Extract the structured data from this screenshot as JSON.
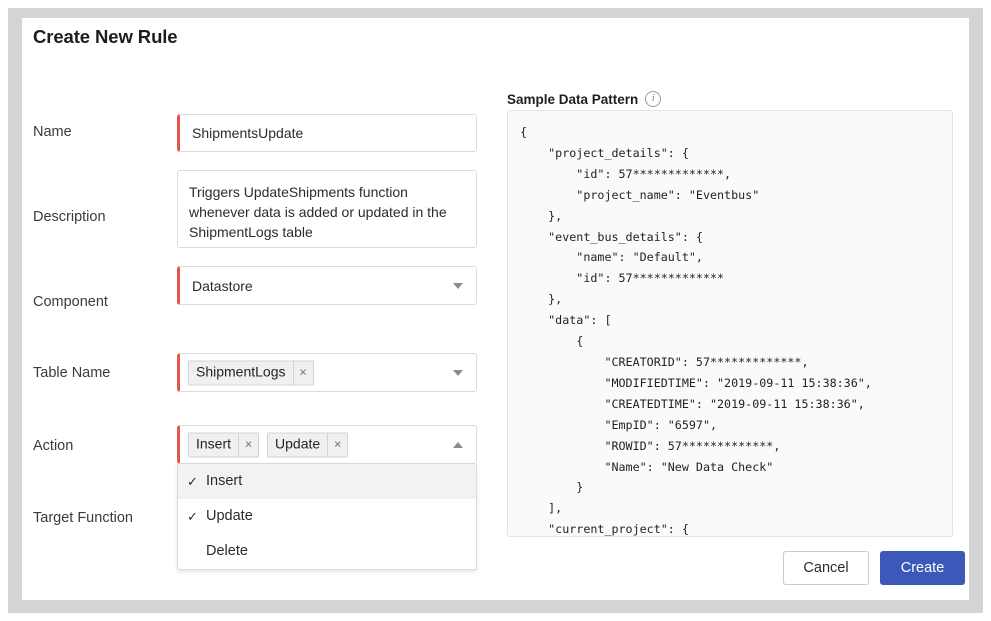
{
  "dialog": {
    "title": "Create New Rule"
  },
  "form": {
    "name": {
      "label": "Name",
      "value": "ShipmentsUpdate",
      "placeholder": ""
    },
    "description": {
      "label": "Description",
      "value": "Triggers UpdateShipments function whenever data is added or updated in the ShipmentLogs table",
      "placeholder": ""
    },
    "component": {
      "label": "Component",
      "value": "Datastore",
      "caret": "chevron-down"
    },
    "table_name": {
      "label": "Table Name",
      "chips": [
        {
          "label": "ShipmentLogs",
          "remove": "×"
        }
      ],
      "caret": "chevron-down"
    },
    "action": {
      "label": "Action",
      "chips": [
        {
          "label": "Insert",
          "remove": "×"
        },
        {
          "label": "Update",
          "remove": "×"
        }
      ],
      "caret": "chevron-up",
      "options": [
        {
          "label": "Insert",
          "selected": true,
          "check": "✓",
          "highlighted": true
        },
        {
          "label": "Update",
          "selected": true,
          "check": "✓",
          "highlighted": false
        },
        {
          "label": "Delete",
          "selected": false,
          "check": "",
          "highlighted": false
        }
      ]
    },
    "target_function": {
      "label": "Target Function"
    }
  },
  "sample_data_pattern": {
    "title": "Sample Data Pattern",
    "info_glyph": "i",
    "code": "{\n    \"project_details\": {\n        \"id\": 57*************,\n        \"project_name\": \"Eventbus\"\n    },\n    \"event_bus_details\": {\n        \"name\": \"Default\",\n        \"id\": 57*************\n    },\n    \"data\": [\n        {\n            \"CREATORID\": 57*************,\n            \"MODIFIEDTIME\": \"2019-09-11 15:38:36\",\n            \"CREATEDTIME\": \"2019-09-11 15:38:36\",\n            \"EmpID\": \"6597\",\n            \"ROWID\": 57*************,\n            \"Name\": \"New Data Check\"\n        }\n    ],\n    \"current_project\": {"
  },
  "footer": {
    "cancel_label": "Cancel",
    "create_label": "Create"
  },
  "colors": {
    "primary_button": "#3c59b9",
    "required_marker": "#e2574c",
    "frame": "#d4d4d4",
    "code_background": "#fafafa"
  }
}
